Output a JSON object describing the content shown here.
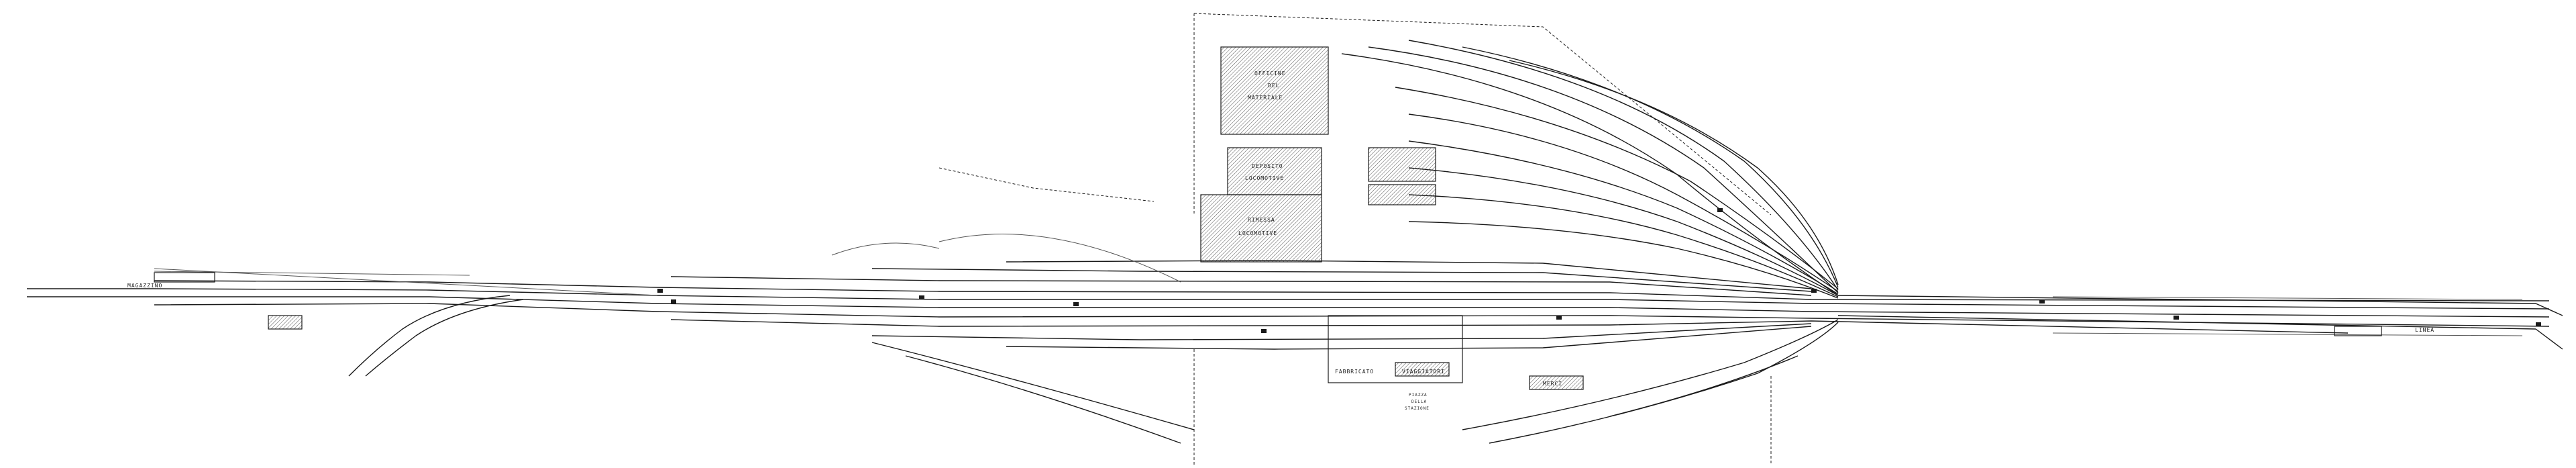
{
  "map": {
    "ink_color": "#1a1a1a",
    "hatch_color": "#555555",
    "paper_color": "#ffffff",
    "labels": [
      {
        "id": "label-left-yard",
        "text": "MAGAZZINO"
      },
      {
        "id": "label-officine-1",
        "text": "OFFICINE"
      },
      {
        "id": "label-officine-2",
        "text": "DEL"
      },
      {
        "id": "label-officine-3",
        "text": "MATERIALE"
      },
      {
        "id": "label-deposito-1",
        "text": "DEPOSITO"
      },
      {
        "id": "label-deposito-2",
        "text": "LOCOMOTIVE"
      },
      {
        "id": "label-rimessa-1",
        "text": "RIMESSA"
      },
      {
        "id": "label-rimessa-2",
        "text": "LOCOMOTIVE"
      },
      {
        "id": "label-station",
        "text": "FABBRICATO"
      },
      {
        "id": "label-station-2",
        "text": "VIAGGIATORI"
      },
      {
        "id": "label-piazza-1",
        "text": "PIAZZA"
      },
      {
        "id": "label-piazza-2",
        "text": "DELLA"
      },
      {
        "id": "label-piazza-3",
        "text": "STAZIONE"
      },
      {
        "id": "label-merci",
        "text": "MERCI"
      },
      {
        "id": "label-right-line",
        "text": "LINEA"
      }
    ]
  }
}
